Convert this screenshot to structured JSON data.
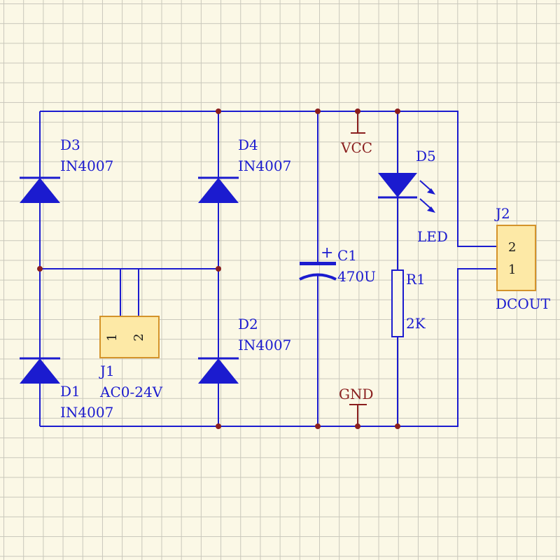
{
  "schematic": {
    "d1": {
      "ref": "D1",
      "value": "IN4007"
    },
    "d2": {
      "ref": "D2",
      "value": "IN4007"
    },
    "d3": {
      "ref": "D3",
      "value": "IN4007"
    },
    "d4": {
      "ref": "D4",
      "value": "IN4007"
    },
    "d5": {
      "ref": "D5",
      "value": "LED"
    },
    "c1": {
      "ref": "C1",
      "value": "470U",
      "polarity": "+"
    },
    "r1": {
      "ref": "R1",
      "value": "2K"
    },
    "j1": {
      "ref": "J1",
      "value": "AC0-24V",
      "pin1": "1",
      "pin2": "2"
    },
    "j2": {
      "ref": "J2",
      "value": "DCOUT",
      "pin1": "1",
      "pin2": "2"
    },
    "vcc": {
      "label": "VCC"
    },
    "gnd": {
      "label": "GND"
    }
  },
  "colors": {
    "wire": "#1b1bcf",
    "component_fill": "#1b1bcf",
    "power_port": "#8a1e1e",
    "junction": "#8a1e1e",
    "connector_fill": "#fde9a6",
    "connector_border": "#d4932a",
    "grid": "#c9c7bb",
    "background": "#fbf8e6"
  }
}
